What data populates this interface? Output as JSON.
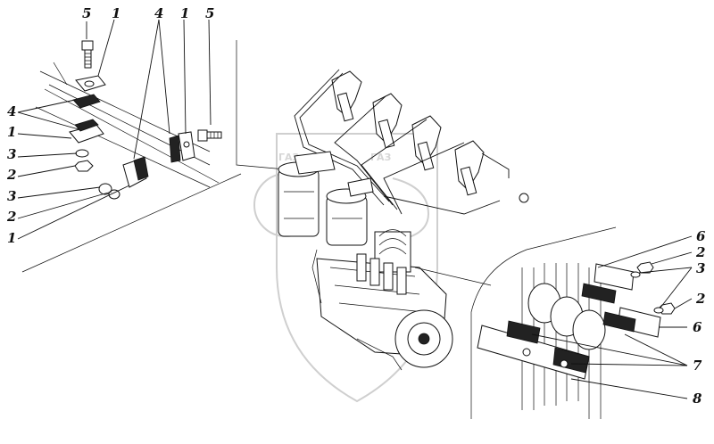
{
  "callouts": {
    "top_left": [
      "5",
      "1",
      "4",
      "1",
      "5"
    ],
    "left_column": [
      "4",
      "1",
      "3",
      "2",
      "3",
      "2",
      "1"
    ],
    "right_column": [
      "6",
      "2",
      "3",
      "2",
      "6",
      "7",
      "8"
    ]
  },
  "watermark": {
    "letters": "ГАЗ"
  }
}
